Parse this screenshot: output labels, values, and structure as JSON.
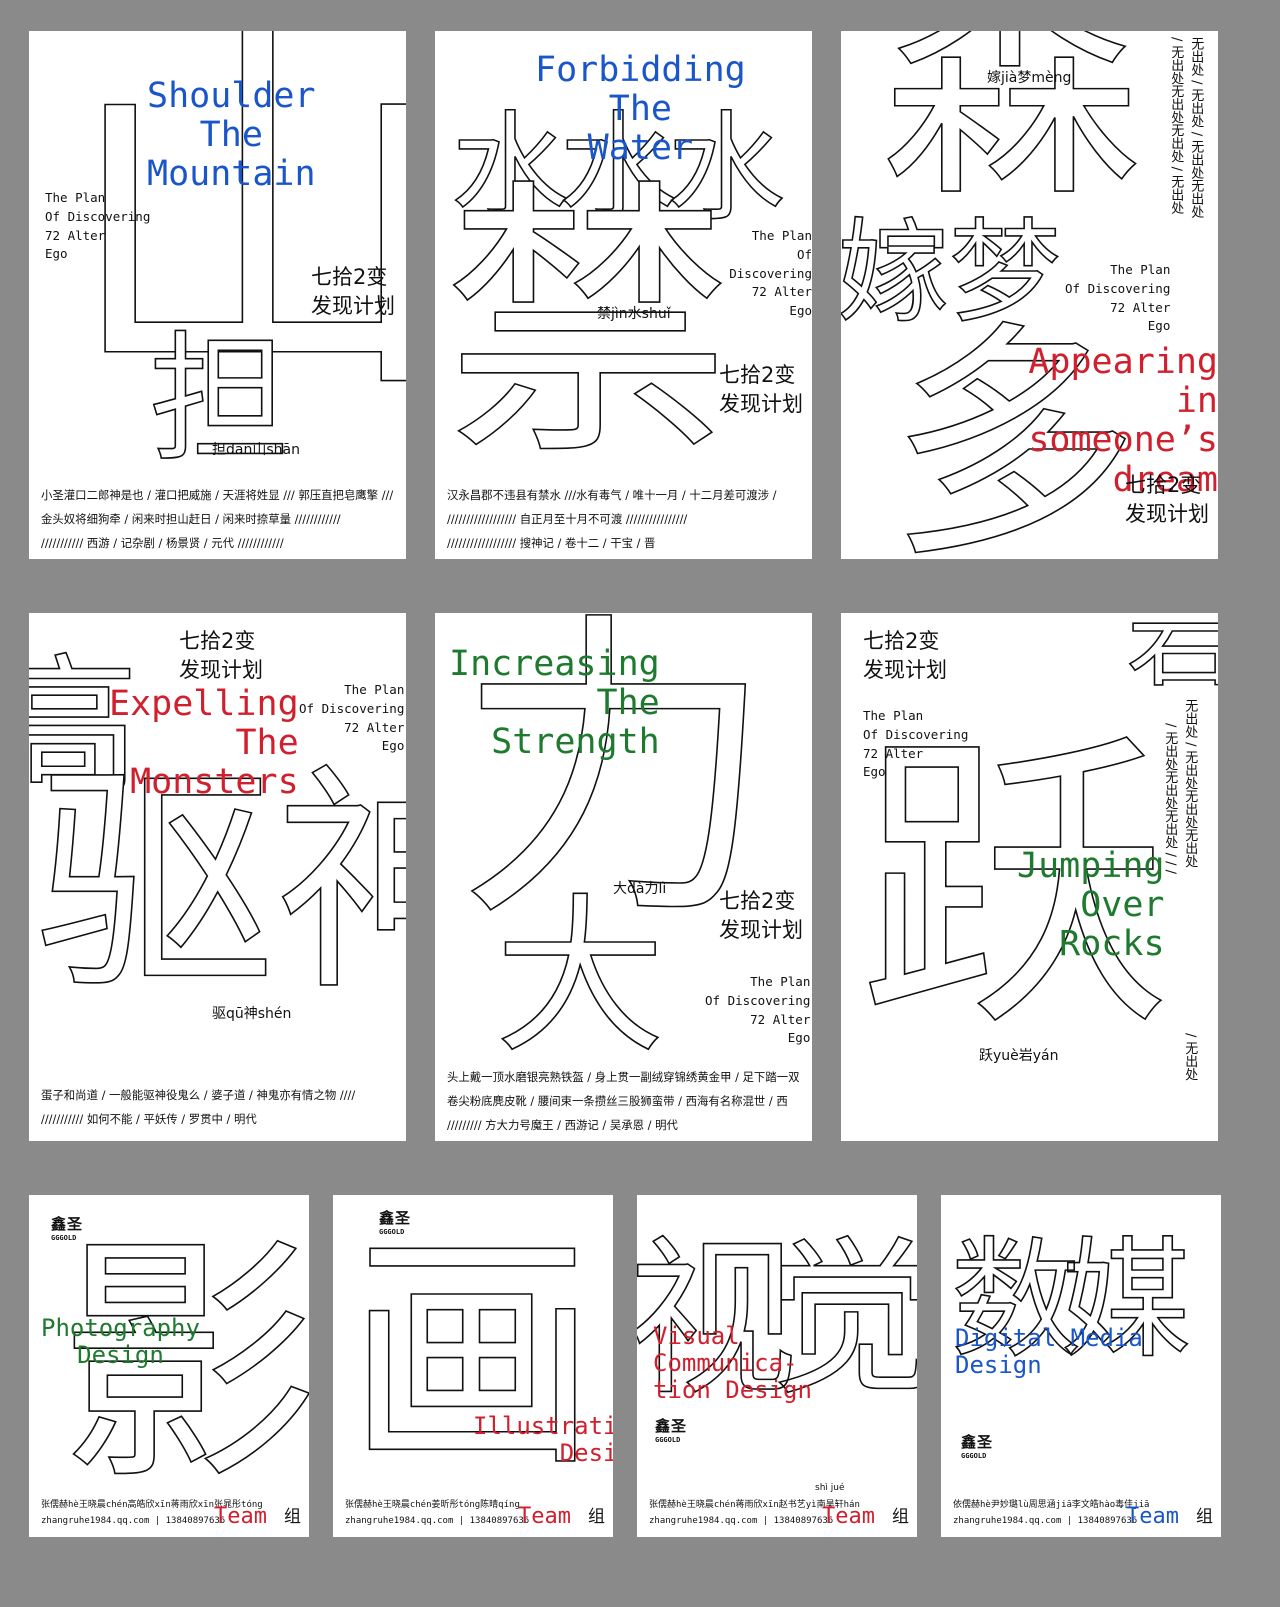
{
  "series_subtitle_cn": "七拾2变\n发现计划",
  "series_subtitle_en": "The Plan\nOf Discovering\n72 Alter\nEgo",
  "posters": [
    {
      "big_chars": [
        "山",
        "担"
      ],
      "title_en": "Shoulder\nThe\nMountain",
      "pinyin": "担dān山shān",
      "footer": [
        "小圣灌口二郎神是也 / 灌口把威施 / 天涯将姓显 /// 郭压直把皂鹰擎 ///",
        "金头奴将细狗牵 / 闲来时担山赶日 / 闲来时捺草量 ////////////",
        "/////////// 西游 / 记杂剧 / 杨景贤 / 元代 ////////////"
      ]
    },
    {
      "big_chars": [
        "水水水",
        "禁"
      ],
      "title_en": "Forbidding\nThe\nWater",
      "pinyin": "禁jìn水shuǐ",
      "footer": [
        "汉永昌郡不违县有禁水 ///水有毒气 / 唯十一月 / 十二月差可渡涉 /",
        "////////////////// 自正月至十月不可渡 ////////////////",
        "////////////////// 搜神记 / 卷十二 / 干宝 / 晋"
      ]
    },
    {
      "big_chars": [
        "森",
        "嫁梦",
        "多"
      ],
      "title_en": "Appearing\nin someone’s\ndream",
      "pinyin": "嫁jià梦mèng",
      "vertical": [
        "无出处 / 无出处 / 无出处无出处",
        "/ 无出处无出处无出处 / 无出处"
      ]
    },
    {
      "big_chars": [
        "驱神",
        "高"
      ],
      "title_en": "Expelling\nThe\nMonsters",
      "pinyin": "驱qū神shén",
      "footer": [
        "蛋子和尚道 / 一般能驱神役鬼么 / 婆子道 / 神鬼亦有情之物 ////",
        "/////////// 如何不能 / 平妖传 / 罗贯中 / 明代"
      ]
    },
    {
      "big_chars": [
        "力",
        "大"
      ],
      "title_en": "Increasing\nThe\nStrength",
      "pinyin": "大dà力lì",
      "footer": [
        "头上戴一顶水磨银亮熟铁盔 / 身上贯一副绒穿锦绣黄金甲 / 足下踏一双",
        "卷尖粉底麂皮靴 / 腰间束一条攒丝三股狮蛮带 / 西海有名称混世 / 西",
        "///////// 方大力号魔王 / 西游记 / 吴承恩 / 明代"
      ]
    },
    {
      "big_chars": [
        "岩",
        "跃"
      ],
      "title_en": "Jumping\nOver\nRocks",
      "pinyin": "跃yuè岩yán",
      "vertical": [
        "无出处 / 无出处无出处无出处",
        "/ 无出处无出处无出处 / / /",
        "/ 无出处"
      ]
    }
  ],
  "team_posters": [
    {
      "big_chars": "影",
      "title_en": "Photography\nDesign",
      "credit": "张儒赫hè王晓晨chén高皓欣xīn蒋雨欣xīn张晁彤tóng",
      "pinyin": ""
    },
    {
      "big_chars": "画",
      "title_en": "Illustration\nDesign",
      "credit": "张儒赫hè王晓晨chén姜昕彤tóng陈晴qíng",
      "pinyin": ""
    },
    {
      "big_chars": "视觉",
      "title_en": "Visual\nCommunica-\ntion Design",
      "credit": "张儒赫hè王晓晨chén蒋雨欣xīn赵书艺yì南昊轩hán",
      "pinyin": "shì jué"
    },
    {
      "big_chars": "数媒",
      "title_en": "Digital Media\nDesign",
      "credit": "依儒赫hè尹妙璐lù周思涵jiā李文皓hào毒佳jiā",
      "pinyin": ""
    }
  ],
  "logo_cn": "鑫圣",
  "logo_en": "GGGOLD",
  "contact": "zhangruhe1984.qq.com  |  13840897636",
  "team_label": "Team",
  "team_zu": "组"
}
